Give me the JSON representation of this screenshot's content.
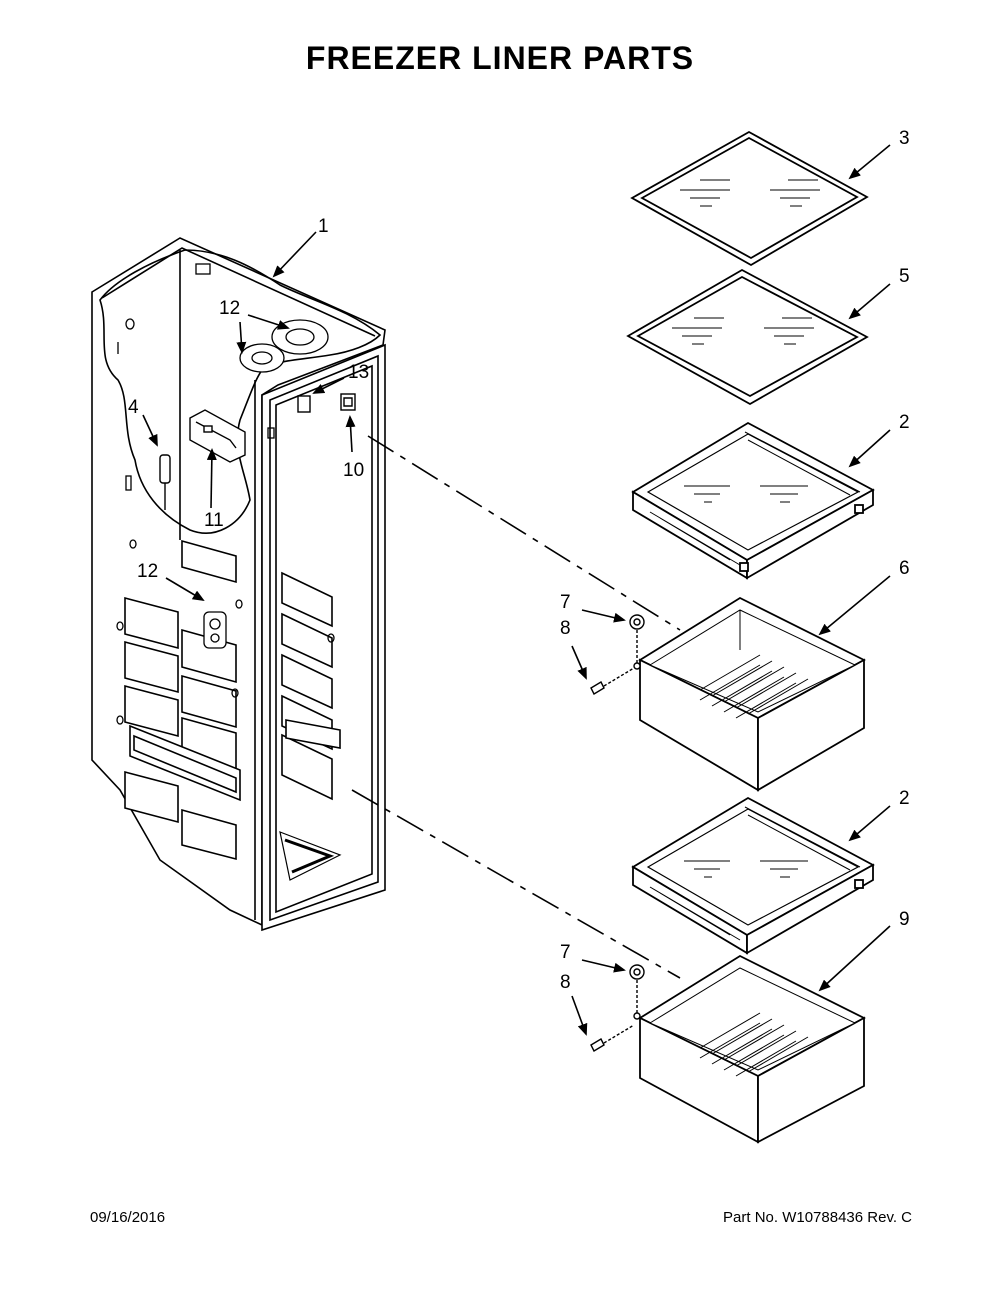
{
  "title": "FREEZER LINER PARTS",
  "footer": {
    "date": "09/16/2016",
    "part_no": "Part No.  W10788436  Rev.  C"
  },
  "callouts": {
    "c1": "1",
    "c2a": "2",
    "c2b": "2",
    "c3": "3",
    "c4": "4",
    "c5": "5",
    "c6": "6",
    "c7a": "7",
    "c7b": "7",
    "c8a": "8",
    "c8b": "8",
    "c9": "9",
    "c10": "10",
    "c11": "11",
    "c12a": "12",
    "c12b": "12",
    "c13": "13"
  }
}
